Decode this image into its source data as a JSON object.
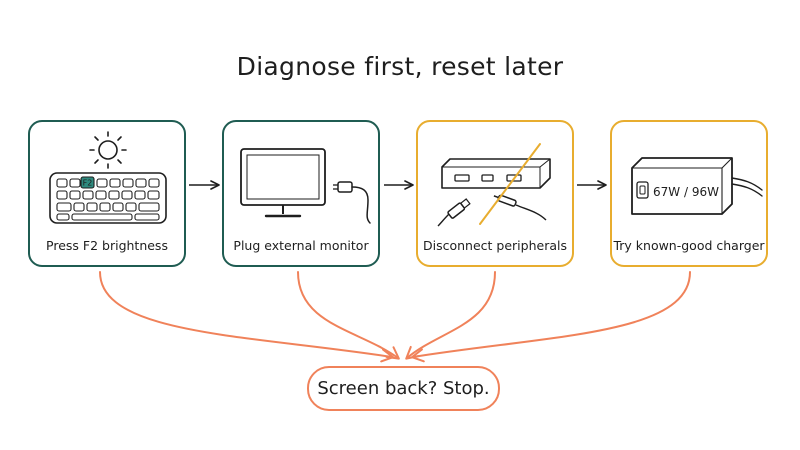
{
  "title": "Diagnose first, reset later",
  "colors": {
    "ink": "#1e1e1e",
    "green_border": "#1f5c52",
    "amber_border": "#e8ad2f",
    "coral": "#f0825a",
    "key_highlight": "#2e8a7e"
  },
  "steps": [
    {
      "label": "Press F2 brightness",
      "icon": "keyboard-sun-icon",
      "key_label": "F2"
    },
    {
      "label": "Plug external monitor",
      "icon": "monitor-cable-icon"
    },
    {
      "label": "Disconnect peripherals",
      "icon": "usb-hub-unplug-icon"
    },
    {
      "label": "Try known-good charger",
      "icon": "charger-brick-icon",
      "charger_label": "67W / 96W"
    }
  ],
  "outcome": "Screen back? Stop."
}
